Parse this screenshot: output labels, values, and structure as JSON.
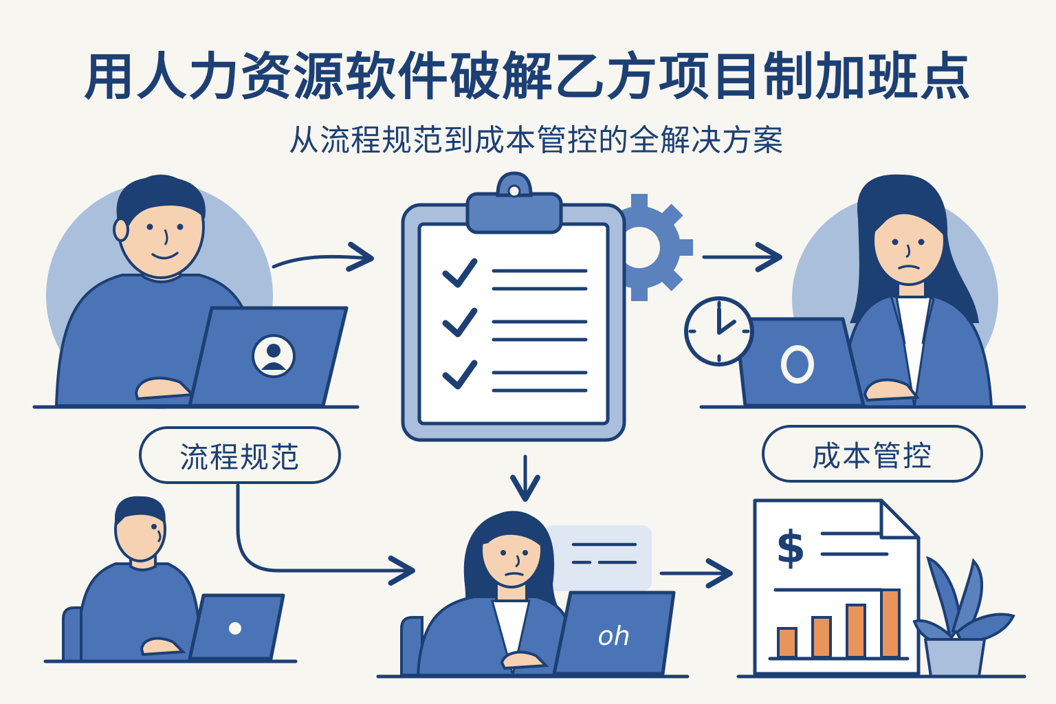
{
  "header": {
    "title": "用人力资源软件破解乙方项目制加班点",
    "subtitle": "从流程规范到成本管控的全解决方案"
  },
  "labels": {
    "process": "流程规范",
    "cost": "成本管控"
  },
  "screen_text": {
    "laptop_bottom": "oh"
  },
  "icons": {
    "dollar": "$"
  },
  "colors": {
    "navy": "#1c3f74",
    "blue": "#4a74b6",
    "light_blue": "#a9bfdc",
    "skin": "#f6d2b3",
    "orange": "#e8945a",
    "background": "#f8f6f0"
  }
}
